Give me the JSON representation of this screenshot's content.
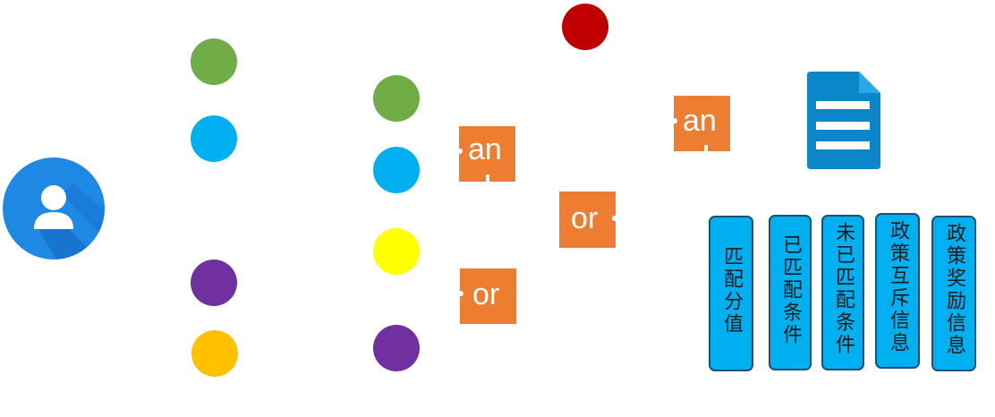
{
  "colors": {
    "green": "#70ad47",
    "blue": "#00b0f0",
    "purple": "#7030a0",
    "orange": "#ffc000",
    "yellow": "#ffff00",
    "red": "#c00000",
    "gate": "#ed7d31",
    "box": "#00b0f0",
    "document": "#0b87c9",
    "user": "#1e88e5"
  },
  "gates": {
    "and1": "an",
    "and2": "an",
    "or1": "or",
    "or2": "or"
  },
  "boxes": {
    "match_score": "匹配分值",
    "matched_conditions": "已匹配条件",
    "unmatched_conditions": "未已匹配条件",
    "exclusive_info": "政策互斥信息",
    "reward_info": "政策奖励信息"
  },
  "icons": {
    "user": "user-avatar-icon",
    "document": "document-icon"
  }
}
